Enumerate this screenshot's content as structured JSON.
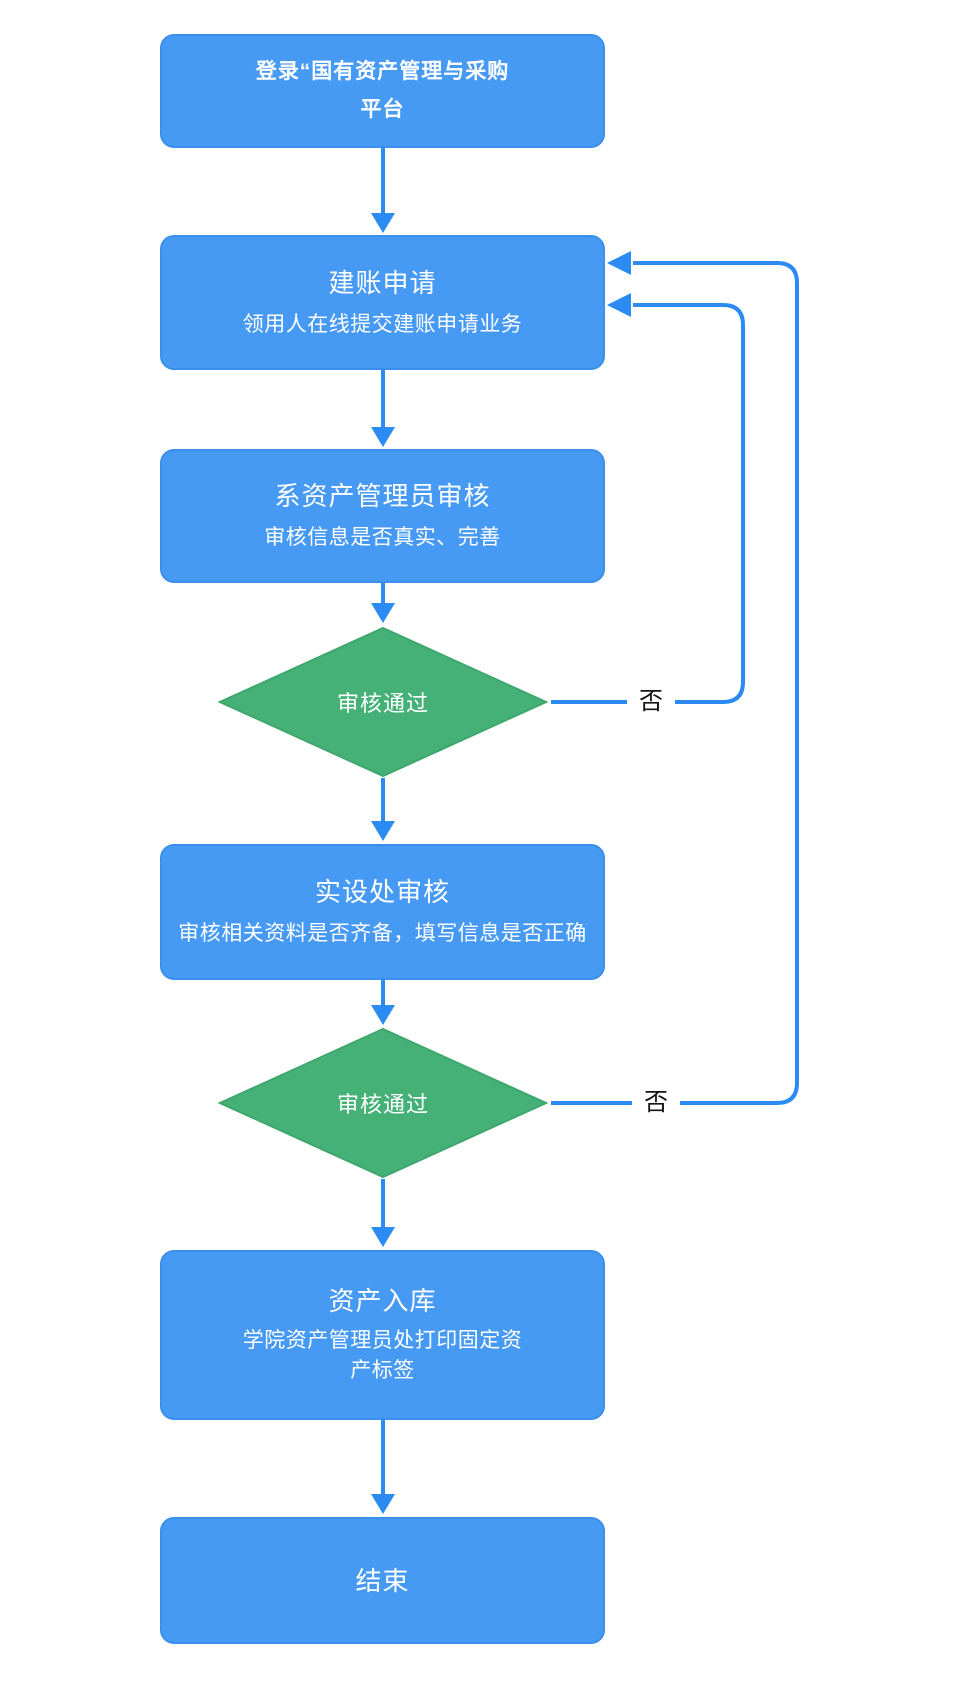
{
  "theme": {
    "process_fill": "#479AF4",
    "process_border": "#3A8FE9",
    "decision_fill": "#45B177",
    "decision_stroke": "#3DA76C",
    "connector": "#2B8BF2",
    "shape_text": "#FFFFFF",
    "label_text": "#141414",
    "canvas_bg": "#FFFFFF"
  },
  "diagram": {
    "type": "flowchart",
    "nodes": [
      {
        "id": "start",
        "type": "process",
        "title_lines": [
          "登录“国有资产管理与采购",
          "平台"
        ]
      },
      {
        "id": "account-apply",
        "type": "process",
        "title": "建账申请",
        "desc": "领用人在线提交建账申请业务"
      },
      {
        "id": "dept-admin-review",
        "type": "process",
        "title": "系资产管理员审核",
        "desc": "审核信息是否真实、完善"
      },
      {
        "id": "review-passed-1",
        "type": "decision",
        "title": "审核通过"
      },
      {
        "id": "lab-office-review",
        "type": "process",
        "title": "实设处审核",
        "desc": "审核相关资料是否齐备，填写信息是否正确"
      },
      {
        "id": "review-passed-2",
        "type": "decision",
        "title": "审核通过"
      },
      {
        "id": "asset-inbound",
        "type": "process",
        "title": "资产入库",
        "desc_lines": [
          "学院资产管理员处打印固定资",
          "产标签"
        ]
      },
      {
        "id": "end",
        "type": "process",
        "title": "结束"
      }
    ],
    "edges": {
      "no1": {
        "from": "review-passed-1",
        "to": "account-apply",
        "label": "否"
      },
      "no2": {
        "from": "review-passed-2",
        "to": "account-apply",
        "label": "否"
      },
      "down_arrows": [
        "start→account-apply",
        "account-apply→dept-admin-review",
        "dept-admin-review→review-passed-1",
        "review-passed-1→lab-office-review",
        "lab-office-review→review-passed-2",
        "review-passed-2→asset-inbound",
        "asset-inbound→end"
      ]
    }
  }
}
